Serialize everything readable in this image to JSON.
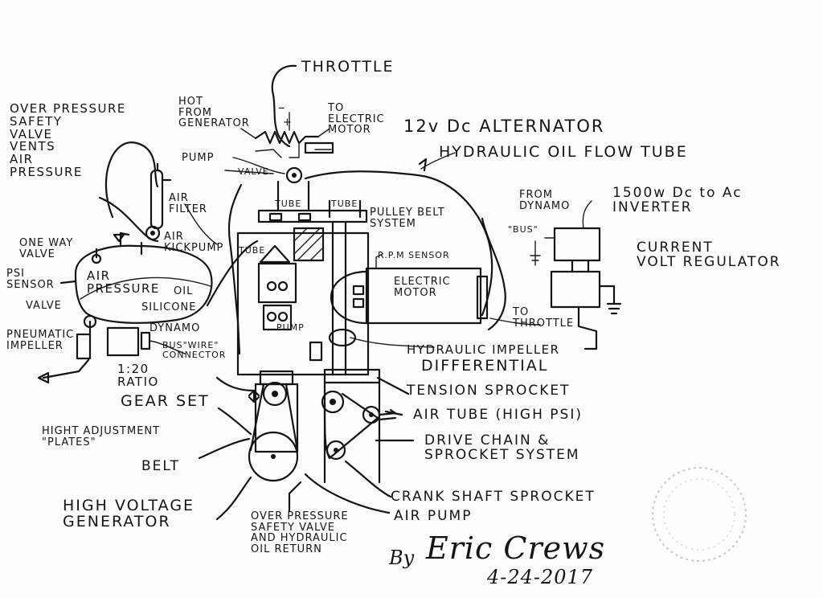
{
  "labels": {
    "throttle": "THROTTLE",
    "hot_from_generator": "HOT\nFROM\nGENERATOR",
    "minus": "–",
    "plus": "+",
    "to_electric_motor": "TO\nELECTRIC\nMOTOR",
    "alternator": "12v Dc ALTERNATOR",
    "hydraulic_oil_flow_tube": "HYDRAULIC OIL FLOW TUBE",
    "over_pressure_safety": "OVER PRESSURE\nSAFETY\nVALVE\nVENTS\nAIR\nPRESSURE",
    "pump": "PUMP",
    "valve_top": "VALVE",
    "air_filter": "AIR\nFILTER",
    "tube_left": "TUBE",
    "tube_right": "TUBE",
    "tube_small": "TUBE",
    "pulley_belt_system": "PULLEY BELT\nSYSTEM",
    "from_dynamo": "FROM\nDYNAMO",
    "bus_small": "\"BUS\"",
    "inverter": "1500w Dc to Ac\nINVERTER",
    "current_volt_regulator": "CURRENT\nVOLT REGULATOR",
    "air_kickpump": "AIR\nKICKPUMP",
    "one_way_valve": "ONE WAY\nVALVE",
    "psi_sensor": "PSI\nSENSOR",
    "valve_left": "VALVE",
    "air_pressure": "AIR\nPRESSURE",
    "oil": "OIL",
    "silicone": "SILICONE",
    "rpm_sensor": "R.P.M SENSOR",
    "electric_motor": "ELECTRIC\nMOTOR",
    "to_throttle": "TO\nTHROTTLE",
    "pump_small": "PUMP",
    "pneumatic_impeller": "PNEUMATIC\nIMPELLER",
    "dynamo": "DYNAMO",
    "bus_wire_connector": "BUS\"WIRE\"\nCONNECTOR",
    "hydraulic_impeller": "HYDRAULIC IMPELLER",
    "ratio": "1:20\nRATIO",
    "gear_set": "GEAR SET",
    "differential": "DIFFERENTIAL",
    "tension_sprocket": "TENSION SPROCKET",
    "air_tube": "AIR TUBE (HIGH PSI)",
    "hight_adjustment": "HIGHT ADJUSTMENT\n\"PLATES\"",
    "drive_chain": "DRIVE CHAIN &\nSPROCKET SYSTEM",
    "belt": "BELT",
    "crank_shaft_sprocket": "CRANK SHAFT SPROCKET",
    "high_voltage_generator": "HIGH VOLTAGE\nGENERATOR",
    "air_pump": "AIR PUMP",
    "over_pressure_hydraulic": "OVER PRESSURE\nSAFETY VALVE\nAND HYDRAULIC\nOIL RETURN"
  },
  "signature": {
    "by": "By",
    "name": "Eric Crews",
    "date": "4-24-2017"
  }
}
